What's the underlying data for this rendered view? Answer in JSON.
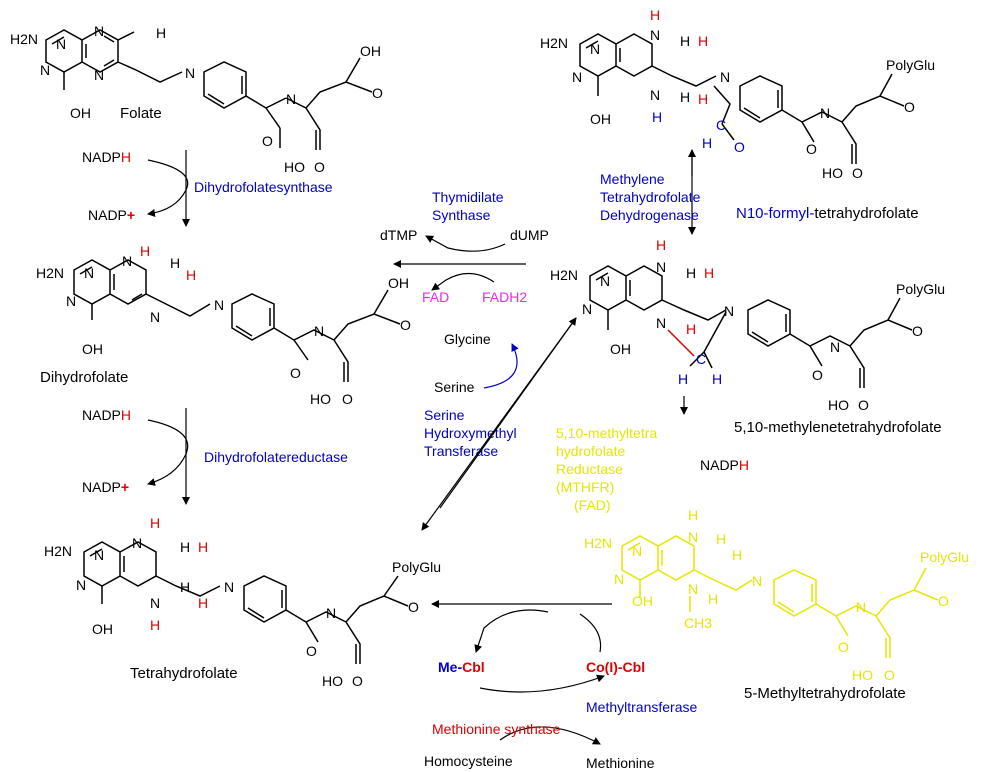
{
  "colors": {
    "black": "#000000",
    "red": "#e00000",
    "blue": "#0000c8",
    "magenta": "#e030e0",
    "yellow": "#e6e600"
  },
  "atoms": {
    "H2N": "H2N",
    "H": "H",
    "N": "N",
    "OH": "OH",
    "O": "O",
    "HO": "HO",
    "PolyGlu": "PolyGlu",
    "C": "C",
    "CH3": "CH3"
  },
  "molecules": {
    "folate": "Folate",
    "dihydrofolate": "Dihydrofolate",
    "tetrahydrofolate": "Tetrahydrofolate",
    "n10_formyl_prefix": "N10-formyl-",
    "n10_formyl_suffix": "tetrahydrofolate",
    "methylene_thf": "5,10-methylenetetrahydrofolate",
    "methyl_thf": "5-Methyltetrahydrofolate"
  },
  "enzymes": {
    "dhfs": "Dihydrofolatesynthase",
    "dhfr": "Dihydrofolatereductase",
    "ts_line1": "Thymidilate",
    "ts_line2": "Synthase",
    "mthfd_line1": "Methylene",
    "mthfd_line2": "Tetrahydrofolate",
    "mthfd_line3": "Dehydrogenase",
    "shmt_line1": "Serine",
    "shmt_line2": "Hydroxymethyl",
    "shmt_line3": "Transferase",
    "mthfr_line1": "5,10-methyltetra",
    "mthfr_line2": "hydrofolate",
    "mthfr_line3": "Reductase",
    "mthfr_line4": "(MTHFR)",
    "mthfr_line5": "(FAD)",
    "methyltransferase": "Methyltransferase",
    "methionine_synthase": "Methionine synthase"
  },
  "cofactors": {
    "nadp": "NADP",
    "h": "H",
    "plus": "+",
    "dtmp": "dTMP",
    "dump": "dUMP",
    "fad": "FAD",
    "fadh2": "FADH2",
    "glycine": "Glycine",
    "serine": "Serine",
    "me": "Me-",
    "cbl": "Cbl",
    "co_cbl": "Co(I)-Cbl",
    "homocysteine": "Homocysteine",
    "methionine": "Methionine"
  }
}
